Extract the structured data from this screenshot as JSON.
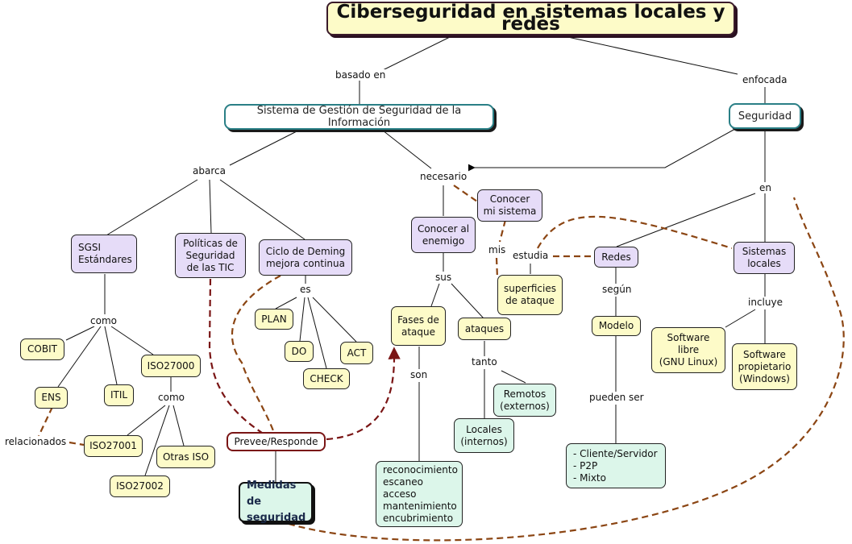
{
  "title": "Ciberseguridad en sistemas locales y redes",
  "nodes": {
    "sgsi": "Sistema de Gestión de Seguridad de la Información",
    "seguridad": "Seguridad",
    "sgsi_estandares": "SGSI\nEstándares",
    "politicas": "Políticas de\nSeguridad\nde las TIC",
    "deming": "Ciclo de Deming\nmejora continua",
    "plan": "PLAN",
    "do": "DO",
    "check": "CHECK",
    "act": "ACT",
    "cobit": "COBIT",
    "ens": "ENS",
    "itil": "ITIL",
    "iso27000": "ISO27000",
    "iso27001": "ISO27001",
    "iso27002": "ISO27002",
    "otras_iso": "Otras ISO",
    "prevee": "Prevee/Responde",
    "medidas": "Medidas de\nseguridad",
    "conocer_enemigo": "Conocer al\nenemigo",
    "conocer_sistema": "Conocer\nmi sistema",
    "fases": "Fases de\nataque",
    "ataques": "ataques",
    "superficies": "superficies\nde ataque",
    "remotos": "Remotos\n(externos)",
    "locales": "Locales\n(internos)",
    "fases_lista": "reconocimiento\nescaneo\nacceso\nmantenimiento\nencubrimiento",
    "redes": "Redes",
    "modelo": "Modelo",
    "modelos_lista": "- Cliente/Servidor\n- P2P\n- Mixto",
    "sistemas_locales": "Sistemas\nlocales",
    "software_libre": "Software\nlibre\n(GNU Linux)",
    "software_propietario": "Software\npropietario\n(Windows)"
  },
  "link_labels": {
    "basado_en": "basado en",
    "enfocada": "enfocada",
    "abarca": "abarca",
    "necesario": "necesario",
    "en": "en",
    "es": "es",
    "como1": "como",
    "como2": "como",
    "relacionados": "relacionados",
    "sus": "sus",
    "mis": "mis",
    "estudia": "estudia",
    "son": "son",
    "tanto": "tanto",
    "segun": "según",
    "pueden_ser": "pueden ser",
    "incluye": "incluye"
  },
  "colors": {
    "concept_purple": "#e6dcf8",
    "concept_yellow": "#fdfbc8",
    "concept_green": "#dcf6ea",
    "teal_border": "#2a7f86",
    "dashed_brown": "#8b4513",
    "dashed_darkred": "#7a1515"
  }
}
